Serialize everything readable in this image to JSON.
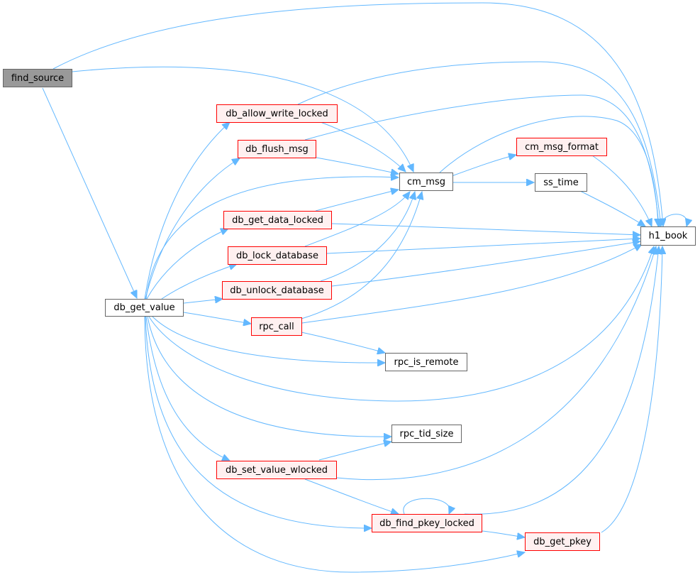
{
  "colors": {
    "edge": "#63b8ff",
    "root_fill": "#999999",
    "root_border": "#666666",
    "plain_fill": "#ffffff",
    "plain_border": "#666666",
    "incomplete_fill": "#fff0f0",
    "incomplete_border": "#ff0000"
  },
  "nodes": {
    "find_source": "find_source",
    "db_get_value": "db_get_value",
    "db_allow_write_locked": "db_allow_write_locked",
    "db_flush_msg": "db_flush_msg",
    "db_get_data_locked": "db_get_data_locked",
    "db_lock_database": "db_lock_database",
    "db_unlock_database": "db_unlock_database",
    "rpc_call": "rpc_call",
    "cm_msg": "cm_msg",
    "cm_msg_format": "cm_msg_format",
    "ss_time": "ss_time",
    "h1_book": "h1_book",
    "rpc_is_remote": "rpc_is_remote",
    "rpc_tid_size": "rpc_tid_size",
    "db_set_value_wlocked": "db_set_value_wlocked",
    "db_find_pkey_locked": "db_find_pkey_locked",
    "db_get_pkey": "db_get_pkey"
  },
  "edges": [
    [
      "find_source",
      "h1_book"
    ],
    [
      "find_source",
      "cm_msg"
    ],
    [
      "find_source",
      "db_get_value"
    ],
    [
      "db_get_value",
      "db_allow_write_locked"
    ],
    [
      "db_get_value",
      "db_flush_msg"
    ],
    [
      "db_get_value",
      "cm_msg"
    ],
    [
      "db_get_value",
      "db_get_data_locked"
    ],
    [
      "db_get_value",
      "db_lock_database"
    ],
    [
      "db_get_value",
      "db_unlock_database"
    ],
    [
      "db_get_value",
      "rpc_call"
    ],
    [
      "db_get_value",
      "rpc_is_remote"
    ],
    [
      "db_get_value",
      "h1_book"
    ],
    [
      "db_get_value",
      "rpc_tid_size"
    ],
    [
      "db_get_value",
      "db_set_value_wlocked"
    ],
    [
      "db_get_value",
      "db_find_pkey_locked"
    ],
    [
      "db_get_value",
      "db_get_pkey"
    ],
    [
      "db_allow_write_locked",
      "cm_msg"
    ],
    [
      "db_allow_write_locked",
      "h1_book"
    ],
    [
      "db_flush_msg",
      "cm_msg"
    ],
    [
      "db_flush_msg",
      "h1_book"
    ],
    [
      "db_get_data_locked",
      "cm_msg"
    ],
    [
      "db_get_data_locked",
      "h1_book"
    ],
    [
      "db_lock_database",
      "cm_msg"
    ],
    [
      "db_lock_database",
      "h1_book"
    ],
    [
      "db_unlock_database",
      "cm_msg"
    ],
    [
      "db_unlock_database",
      "h1_book"
    ],
    [
      "rpc_call",
      "cm_msg"
    ],
    [
      "rpc_call",
      "h1_book"
    ],
    [
      "rpc_call",
      "rpc_is_remote"
    ],
    [
      "cm_msg",
      "cm_msg_format"
    ],
    [
      "cm_msg",
      "ss_time"
    ],
    [
      "cm_msg",
      "h1_book"
    ],
    [
      "cm_msg_format",
      "h1_book"
    ],
    [
      "ss_time",
      "h1_book"
    ],
    [
      "h1_book",
      "h1_book"
    ],
    [
      "db_set_value_wlocked",
      "rpc_tid_size"
    ],
    [
      "db_set_value_wlocked",
      "h1_book"
    ],
    [
      "db_set_value_wlocked",
      "db_find_pkey_locked"
    ],
    [
      "db_find_pkey_locked",
      "db_find_pkey_locked"
    ],
    [
      "db_find_pkey_locked",
      "db_get_pkey"
    ],
    [
      "db_find_pkey_locked",
      "h1_book"
    ],
    [
      "db_get_pkey",
      "h1_book"
    ]
  ]
}
